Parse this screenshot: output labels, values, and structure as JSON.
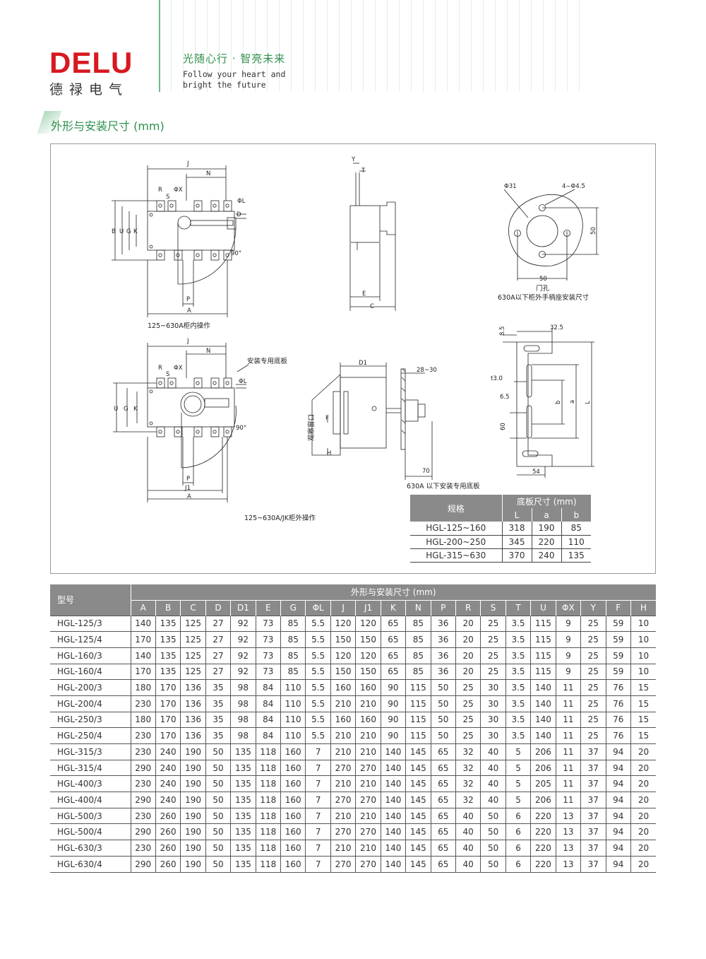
{
  "header": {
    "brand_name": "DELU",
    "brand_chinese": "德禄电气",
    "slogan_cn": "光随心行 · 智亮未来",
    "slogan_en_line1": "Follow your heart and",
    "slogan_en_line2": "bright the future",
    "accent_color": "#d71920",
    "green_color": "#2f8f4e"
  },
  "section_title": "外形与安装尺寸 (mm)",
  "drawings": {
    "caption_internal": "125~630A柜内操作",
    "caption_external": "125~630A/JK柜外操作",
    "caption_door_hole": "门孔",
    "caption_handle_mount": "630A以下柜外手柄座安装尺寸",
    "caption_baseplate": "630A 以下安装专用底板",
    "label_mount_plate": "安装专用底板",
    "label_window": "观察窗口",
    "labels": {
      "J": "J",
      "N": "N",
      "R": "R",
      "S": "S",
      "PhiX": "ΦX",
      "PhiL": "ΦL",
      "D": "D",
      "B": "B",
      "U": "U",
      "G": "G",
      "K": "K",
      "P": "P",
      "A": "A",
      "J1": "J1",
      "deg90": "90°",
      "Y": "Y",
      "T": "T",
      "E": "E",
      "C": "C",
      "D1": "D1",
      "range28_30": "28~30",
      "F": "F",
      "H": "H",
      "n70": "70",
      "phi31": "Φ31",
      "hole4": "4−Φ4.5",
      "n50a": "50",
      "n50b": "50",
      "n8_5": "8.5",
      "n32_5": "32.5",
      "t3": "t3.0",
      "n6_5": "6.5",
      "n60": "60",
      "b": "b",
      "a": "a",
      "L": "L",
      "n54": "54"
    }
  },
  "baseplate_table": {
    "col_spec": "规格",
    "col_group": "底板尺寸 (mm)",
    "sub_headers": [
      "L",
      "a",
      "b"
    ],
    "rows": [
      {
        "spec": "HGL-125~160",
        "values": [
          "318",
          "190",
          "85"
        ]
      },
      {
        "spec": "HGL-200~250",
        "values": [
          "345",
          "220",
          "110"
        ]
      },
      {
        "spec": "HGL-315~630",
        "values": [
          "370",
          "240",
          "135"
        ]
      }
    ]
  },
  "main_table": {
    "col_model": "型号",
    "col_group": "外形与安装尺寸 (mm)",
    "headers": [
      "A",
      "B",
      "C",
      "D",
      "D1",
      "E",
      "G",
      "ΦL",
      "J",
      "J1",
      "K",
      "N",
      "P",
      "R",
      "S",
      "T",
      "U",
      "ΦX",
      "Y",
      "F",
      "H"
    ],
    "rows": [
      {
        "model": "HGL-125/3",
        "values": [
          "140",
          "135",
          "125",
          "27",
          "92",
          "73",
          "85",
          "5.5",
          "120",
          "120",
          "65",
          "85",
          "36",
          "20",
          "25",
          "3.5",
          "115",
          "9",
          "25",
          "59",
          "10"
        ]
      },
      {
        "model": "HGL-125/4",
        "values": [
          "170",
          "135",
          "125",
          "27",
          "92",
          "73",
          "85",
          "5.5",
          "150",
          "150",
          "65",
          "85",
          "36",
          "20",
          "25",
          "3.5",
          "115",
          "9",
          "25",
          "59",
          "10"
        ]
      },
      {
        "model": "HGL-160/3",
        "values": [
          "140",
          "135",
          "125",
          "27",
          "92",
          "73",
          "85",
          "5.5",
          "120",
          "120",
          "65",
          "85",
          "36",
          "20",
          "25",
          "3.5",
          "115",
          "9",
          "25",
          "59",
          "10"
        ]
      },
      {
        "model": "HGL-160/4",
        "values": [
          "170",
          "135",
          "125",
          "27",
          "92",
          "73",
          "85",
          "5.5",
          "150",
          "150",
          "65",
          "85",
          "36",
          "20",
          "25",
          "3.5",
          "115",
          "9",
          "25",
          "59",
          "10"
        ]
      },
      {
        "model": "HGL-200/3",
        "values": [
          "180",
          "170",
          "136",
          "35",
          "98",
          "84",
          "110",
          "5.5",
          "160",
          "160",
          "90",
          "115",
          "50",
          "25",
          "30",
          "3.5",
          "140",
          "11",
          "25",
          "76",
          "15"
        ]
      },
      {
        "model": "HGL-200/4",
        "values": [
          "230",
          "170",
          "136",
          "35",
          "98",
          "84",
          "110",
          "5.5",
          "210",
          "210",
          "90",
          "115",
          "50",
          "25",
          "30",
          "3.5",
          "140",
          "11",
          "25",
          "76",
          "15"
        ]
      },
      {
        "model": "HGL-250/3",
        "values": [
          "180",
          "170",
          "136",
          "35",
          "98",
          "84",
          "110",
          "5.5",
          "160",
          "160",
          "90",
          "115",
          "50",
          "25",
          "30",
          "3.5",
          "140",
          "11",
          "25",
          "76",
          "15"
        ]
      },
      {
        "model": "HGL-250/4",
        "values": [
          "230",
          "170",
          "136",
          "35",
          "98",
          "84",
          "110",
          "5.5",
          "210",
          "210",
          "90",
          "115",
          "50",
          "25",
          "30",
          "3.5",
          "140",
          "11",
          "25",
          "76",
          "15"
        ]
      },
      {
        "model": "HGL-315/3",
        "values": [
          "230",
          "240",
          "190",
          "50",
          "135",
          "118",
          "160",
          "7",
          "210",
          "210",
          "140",
          "145",
          "65",
          "32",
          "40",
          "5",
          "206",
          "11",
          "37",
          "94",
          "20"
        ]
      },
      {
        "model": "HGL-315/4",
        "values": [
          "290",
          "240",
          "190",
          "50",
          "135",
          "118",
          "160",
          "7",
          "270",
          "270",
          "140",
          "145",
          "65",
          "32",
          "40",
          "5",
          "206",
          "11",
          "37",
          "94",
          "20"
        ]
      },
      {
        "model": "HGL-400/3",
        "values": [
          "230",
          "240",
          "190",
          "50",
          "135",
          "118",
          "160",
          "7",
          "210",
          "210",
          "140",
          "145",
          "65",
          "32",
          "40",
          "5",
          "205",
          "11",
          "37",
          "94",
          "20"
        ]
      },
      {
        "model": "HGL-400/4",
        "values": [
          "290",
          "240",
          "190",
          "50",
          "135",
          "118",
          "160",
          "7",
          "270",
          "270",
          "140",
          "145",
          "65",
          "32",
          "40",
          "5",
          "206",
          "11",
          "37",
          "94",
          "20"
        ]
      },
      {
        "model": "HGL-500/3",
        "values": [
          "230",
          "260",
          "190",
          "50",
          "135",
          "118",
          "160",
          "7",
          "210",
          "210",
          "140",
          "145",
          "65",
          "40",
          "50",
          "6",
          "220",
          "13",
          "37",
          "94",
          "20"
        ]
      },
      {
        "model": "HGL-500/4",
        "values": [
          "290",
          "260",
          "190",
          "50",
          "135",
          "118",
          "160",
          "7",
          "270",
          "270",
          "140",
          "145",
          "65",
          "40",
          "50",
          "6",
          "220",
          "13",
          "37",
          "94",
          "20"
        ]
      },
      {
        "model": "HGL-630/3",
        "values": [
          "230",
          "260",
          "190",
          "50",
          "135",
          "118",
          "160",
          "7",
          "210",
          "210",
          "140",
          "145",
          "65",
          "40",
          "50",
          "6",
          "220",
          "13",
          "37",
          "94",
          "20"
        ]
      },
      {
        "model": "HGL-630/4",
        "values": [
          "290",
          "260",
          "190",
          "50",
          "135",
          "118",
          "160",
          "7",
          "270",
          "270",
          "140",
          "145",
          "65",
          "40",
          "50",
          "6",
          "220",
          "13",
          "37",
          "94",
          "20"
        ]
      }
    ]
  }
}
